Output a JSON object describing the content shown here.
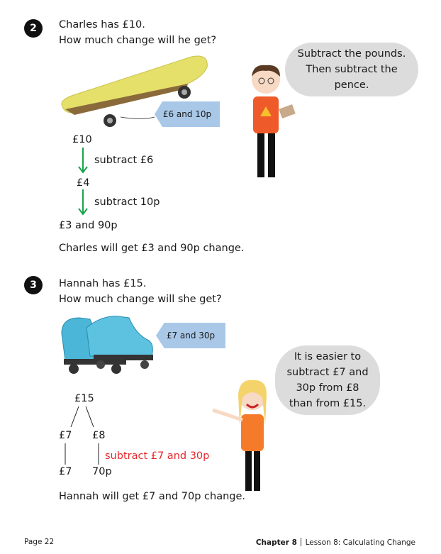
{
  "q2": {
    "number": "2",
    "line1": "Charles has £10.",
    "line2": "How much change will he get?",
    "price_tag": "£6 and 10p",
    "bubble": "Subtract the pounds. Then subtract the pence.",
    "step_start": "£10",
    "step1_label": "subtract £6",
    "step_mid": "£4",
    "step2_label": "subtract 10p",
    "step_result": "£3 and 90p",
    "answer": "Charles will get £3 and 90p change."
  },
  "q3": {
    "number": "3",
    "line1": "Hannah has £15.",
    "line2": "How much change will she get?",
    "price_tag": "£7 and 30p",
    "bubble": "It is easier to subtract £7 and 30p from £8 than from £15.",
    "tree_top": "£15",
    "tree_left": "£7",
    "tree_right": "£8",
    "tree_left_bottom": "£7",
    "tree_right_bottom": "70p",
    "tree_label": "subtract £7 and 30p",
    "answer": "Hannah will get £7 and 70p change."
  },
  "footer": {
    "page": "Page 22",
    "chapter": "Chapter 8",
    "lesson": "Lesson 8: Calculating Change"
  },
  "colors": {
    "arrow": "#1aa34a",
    "highlight": "#e8262b",
    "tag": "#a9c8e8",
    "bubble": "#dcdcdc"
  }
}
